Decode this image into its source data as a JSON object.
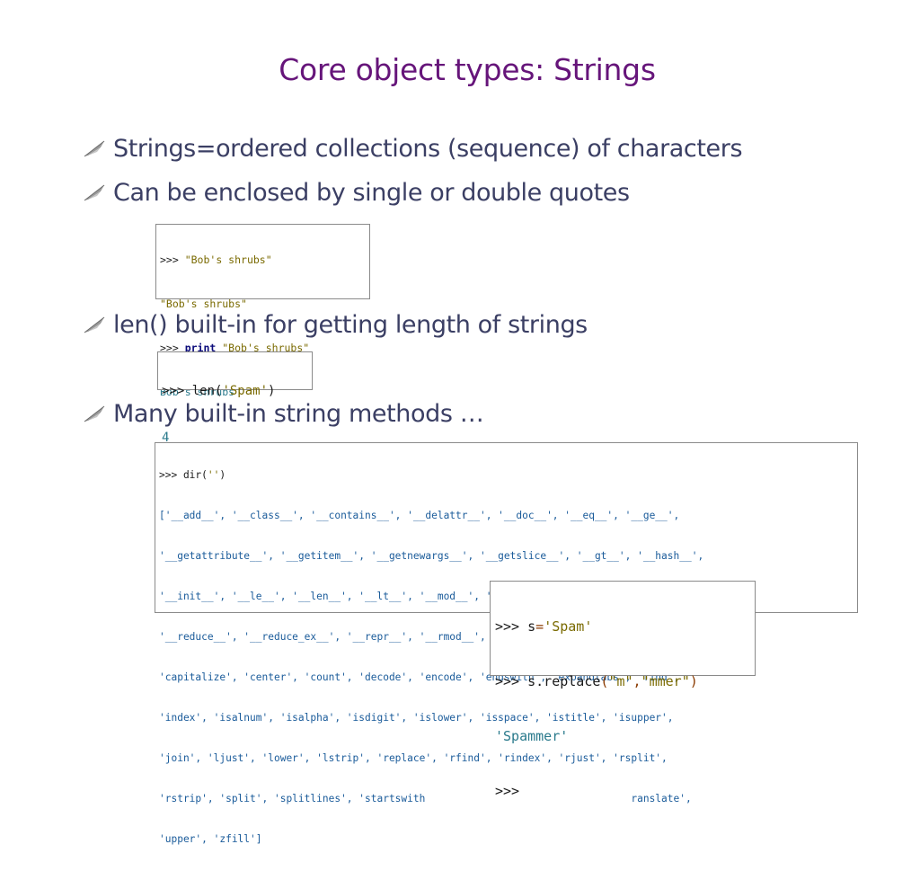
{
  "slide": {
    "title": "Core object types: Strings",
    "bullets": [
      "Strings=ordered collections (sequence) of characters",
      "Can be enclosed by single or double quotes",
      "len() built-in for getting length of strings",
      "Many built-in string methods …"
    ],
    "bullet_icon": "quill-bullet-icon",
    "colors": {
      "title": "#66157a",
      "bullet_text": "#3b3f64"
    }
  },
  "code_box1": {
    "line1_prompt": ">>> ",
    "line1_str": "\"Bob's shrubs\"",
    "line2": "\"Bob's shrubs\"",
    "line3_prompt": ">>> ",
    "line3_kw": "print",
    "line3_str": " \"Bob's shrubs\"",
    "line4": "Bob's shrubs"
  },
  "code_box2": {
    "line1_prompt": ">>> len(",
    "line1_str": "'Spam'",
    "line1_close": ")",
    "line2": "4"
  },
  "code_box3": {
    "line1_prompt": ">>> dir(",
    "line1_str": "''",
    "line1_close": ")",
    "lines": [
      "['__add__', '__class__', '__contains__', '__delattr__', '__doc__', '__eq__', '__ge__',",
      "'__getattribute__', '__getitem__', '__getnewargs__', '__getslice__', '__gt__', '__hash__',",
      "'__init__', '__le__', '__len__', '__lt__', '__mod__', '__mul__', '__ne__', '__new__',",
      "'__reduce__', '__reduce_ex__', '__repr__', '__rmod__', '__rmul__', '__setattr__', '__str__',",
      "'capitalize', 'center', 'count', 'decode', 'encode', 'endswith', 'expandtabs', 'find',",
      "'index', 'isalnum', 'isalpha', 'isdigit', 'islower', 'isspace', 'istitle', 'isupper',",
      "'join', 'ljust', 'lower', 'lstrip', 'replace', 'rfind', 'rindex', 'rjust', 'rsplit',",
      "'rstrip', 'split', 'splitlines', 'startswith                                  ranslate',",
      "'upper', 'zfill']"
    ]
  },
  "code_box4": {
    "line1_prompt": ">>> s",
    "line1_eq": "=",
    "line1_str": "'Spam'",
    "line2_prompt": ">>> s.replace",
    "line2_open": "(",
    "line2_arg1": "\"m\"",
    "line2_comma": ",",
    "line2_arg2": "\"mmer\"",
    "line2_close": ")",
    "line3": "'Spammer'",
    "line4": ">>>"
  }
}
